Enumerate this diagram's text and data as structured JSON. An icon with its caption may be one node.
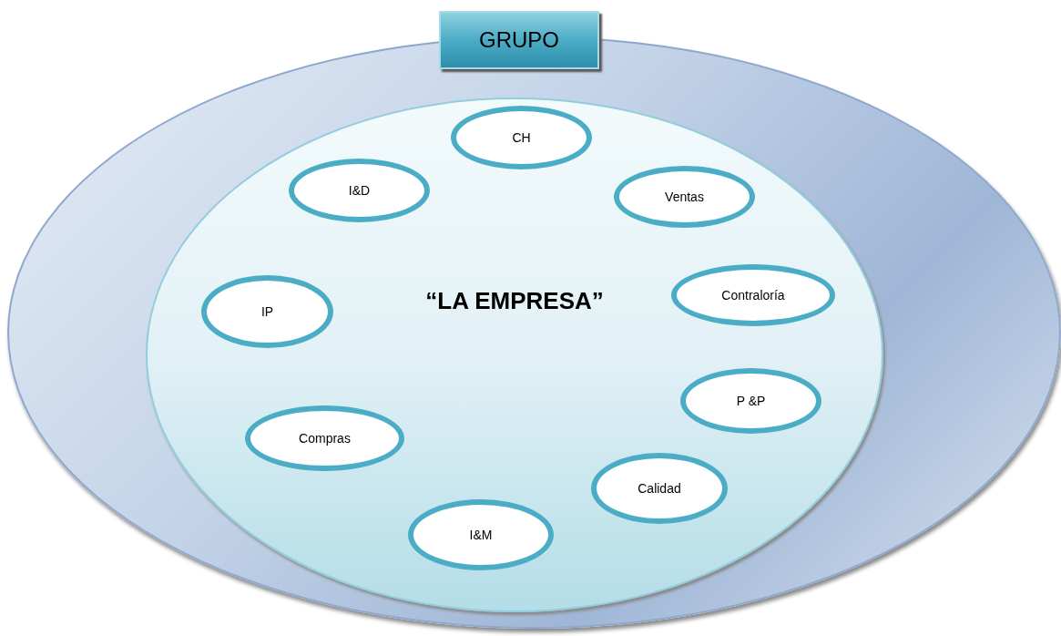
{
  "diagram": {
    "nodes": [
      {
        "text": [
          "GRUPO"
        ]
      },
      {
        "text": [
          "“LA EMPRESA”"
        ],
        "in": 0
      },
      {
        "text": [
          "CH"
        ],
        "in": 1
      },
      {
        "text": [
          "I&D"
        ],
        "in": 1
      },
      {
        "text": [
          "Ventas"
        ],
        "in": 1
      },
      {
        "text": [
          "Contraloría"
        ],
        "in": 1
      },
      {
        "text": [
          "IP"
        ],
        "in": 1
      },
      {
        "text": [
          "P &P"
        ],
        "in": 1
      },
      {
        "text": [
          "Compras"
        ],
        "in": 1
      },
      {
        "text": [
          "Calidad"
        ],
        "in": 1
      },
      {
        "text": [
          "I&M"
        ],
        "in": 1
      }
    ],
    "edges": []
  }
}
